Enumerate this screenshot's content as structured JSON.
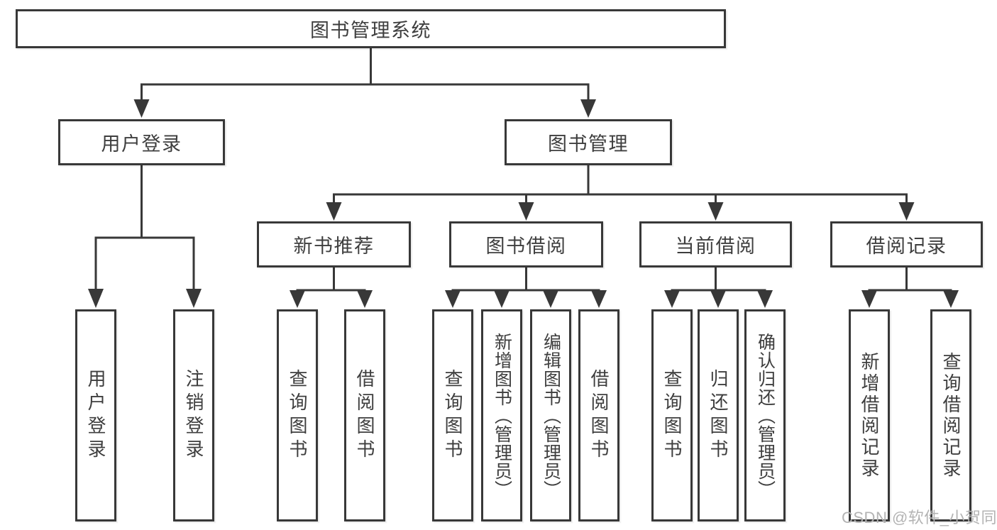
{
  "diagram": {
    "title": "图书管理系统",
    "root": {
      "label": "图书管理系统"
    },
    "level2": [
      {
        "label": "用户登录"
      },
      {
        "label": "图书管理"
      }
    ],
    "level3": [
      {
        "label": "新书推荐",
        "parent": "图书管理"
      },
      {
        "label": "图书借阅",
        "parent": "图书管理"
      },
      {
        "label": "当前借阅",
        "parent": "图书管理"
      },
      {
        "label": "借阅记录",
        "parent": "图书管理"
      }
    ],
    "leaves": [
      {
        "label": "用户登录",
        "parent": "用户登录"
      },
      {
        "label": "注销登录",
        "parent": "用户登录"
      },
      {
        "label": "查询图书",
        "parent": "新书推荐"
      },
      {
        "label": "借阅图书",
        "parent": "新书推荐"
      },
      {
        "label": "查询图书",
        "parent": "图书借阅"
      },
      {
        "label": "新增图书（管理员）",
        "parent": "图书借阅"
      },
      {
        "label": "编辑图书（管理员）",
        "parent": "图书借阅"
      },
      {
        "label": "借阅图书",
        "parent": "图书借阅"
      },
      {
        "label": "查询图书",
        "parent": "当前借阅"
      },
      {
        "label": "归还图书",
        "parent": "当前借阅"
      },
      {
        "label": "确认归还（管理员）",
        "parent": "当前借阅"
      },
      {
        "label": "新增借阅记录",
        "parent": "借阅记录"
      },
      {
        "label": "查询借阅记录",
        "parent": "借阅记录"
      }
    ],
    "colors": {
      "line": "#383838",
      "box_border": "#383838",
      "box_fill": "#ffffff",
      "text": "#3e3e3e",
      "watermark": "#b3b3b3",
      "background": "#ffffff"
    }
  },
  "watermark": {
    "text": "CSDN @软件_小贺同学"
  }
}
